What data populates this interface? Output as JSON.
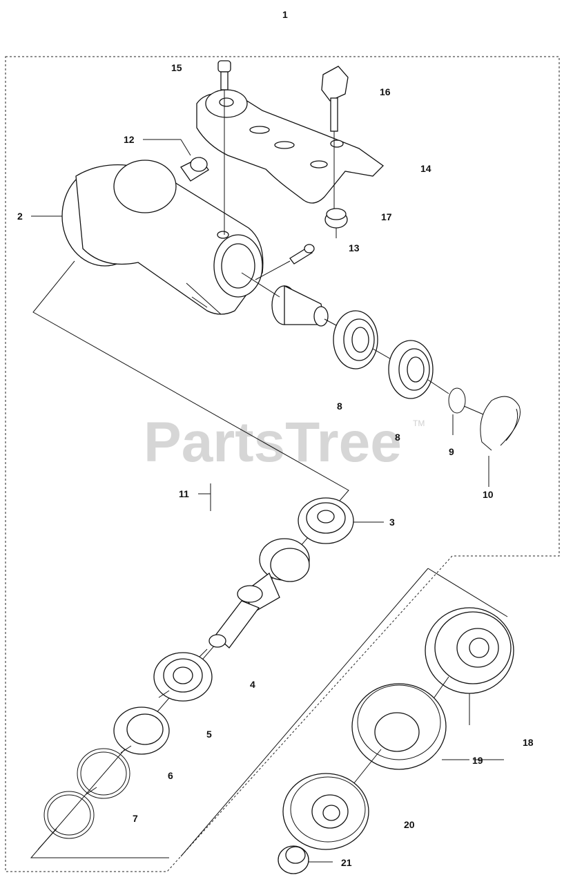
{
  "watermark": {
    "brand": "PartsTree",
    "trademark": "TM"
  },
  "callouts": [
    {
      "id": "1",
      "label": "1"
    },
    {
      "id": "2",
      "label": "2"
    },
    {
      "id": "3",
      "label": "3"
    },
    {
      "id": "4",
      "label": "4"
    },
    {
      "id": "5",
      "label": "5"
    },
    {
      "id": "6",
      "label": "6"
    },
    {
      "id": "7",
      "label": "7"
    },
    {
      "id": "8a",
      "label": "8"
    },
    {
      "id": "8b",
      "label": "8"
    },
    {
      "id": "9",
      "label": "9"
    },
    {
      "id": "10",
      "label": "10"
    },
    {
      "id": "11",
      "label": "11"
    },
    {
      "id": "12",
      "label": "12"
    },
    {
      "id": "13",
      "label": "13"
    },
    {
      "id": "14",
      "label": "14"
    },
    {
      "id": "15",
      "label": "15"
    },
    {
      "id": "16",
      "label": "16"
    },
    {
      "id": "17",
      "label": "17"
    },
    {
      "id": "18",
      "label": "18"
    },
    {
      "id": "19",
      "label": "19"
    },
    {
      "id": "20",
      "label": "20"
    },
    {
      "id": "21",
      "label": "21"
    }
  ]
}
